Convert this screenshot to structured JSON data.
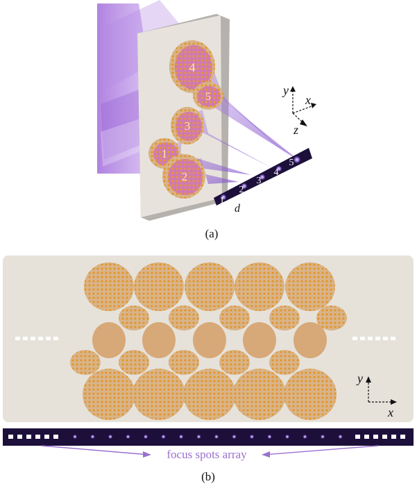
{
  "panel_a": {
    "label": "(a)",
    "lens_numbers": [
      "1",
      "2",
      "3",
      "4",
      "5"
    ],
    "spot_numbers": [
      "1",
      "2",
      "3",
      "4",
      "5"
    ],
    "spacing_label": "d",
    "axes": {
      "y": "y",
      "x": "x",
      "z": "z"
    }
  },
  "panel_b": {
    "label": "(b)",
    "axes": {
      "y": "y",
      "x": "x"
    },
    "caption": "focus spots array"
  },
  "colors": {
    "beam": "#a77ad8",
    "plate": "#e7e3dc",
    "lens_fill": "#d6a774",
    "lens_dot": "#e59b2a",
    "lens_pink": "#c94db0",
    "strip": "#1c0f3a",
    "spot": "#c8a8ff",
    "caption": "#9a6fd0"
  }
}
